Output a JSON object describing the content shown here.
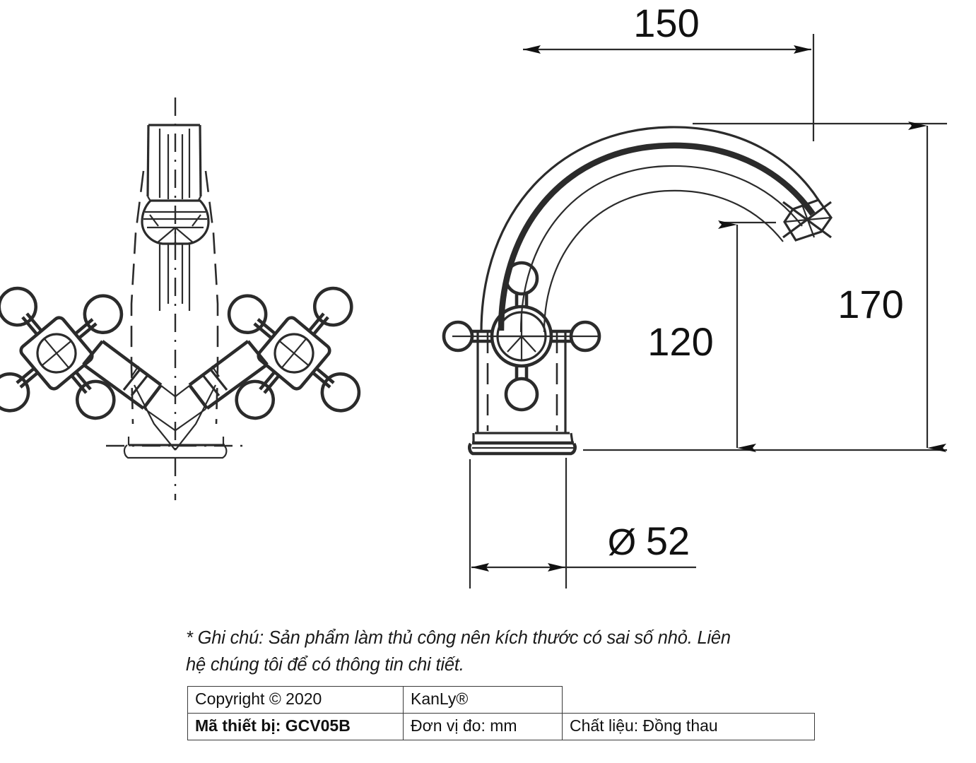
{
  "document": {
    "type": "technical-drawing",
    "subject": "Two-handle basin faucet (vòi lavabo) cross handle",
    "views": [
      "top-view",
      "side-view"
    ]
  },
  "dimensions": {
    "spout_reach": {
      "label": "150",
      "value": 150,
      "unit": "mm",
      "orientation": "horizontal",
      "description": "Horizontal spout reach from centerline to outlet"
    },
    "overall_height": {
      "label": "170",
      "value": 170,
      "unit": "mm",
      "orientation": "vertical",
      "description": "Overall height from base to top of spout arc"
    },
    "spout_height": {
      "label": "120",
      "value": 120,
      "unit": "mm",
      "orientation": "vertical",
      "description": "Height from base to spout outlet"
    },
    "base_diameter": {
      "label": "52",
      "value": 52,
      "unit": "mm",
      "symbol": "Ø",
      "orientation": "horizontal",
      "description": "Base flange diameter"
    }
  },
  "dimension_labels": {
    "reach": "150",
    "height": "170",
    "spout": "120",
    "diameter_symbol": "Ø",
    "diameter_value": "52"
  },
  "note": {
    "line1": "* Ghi chú: Sản phẩm làm thủ công nên kích thước có sai số nhỏ. Liên",
    "line2": "hệ chúng tôi để có thông tin chi tiết."
  },
  "title_block": {
    "copyright": "Copyright © 2020",
    "brand": "KanLy®",
    "device_code": "Mã thiết bị: GCV05B",
    "unit": "Đơn vị đo: mm",
    "material": "Chất liệu: Đồng thau"
  },
  "colors": {
    "line": "#2b2b2b",
    "text": "#111111",
    "background": "#ffffff"
  }
}
